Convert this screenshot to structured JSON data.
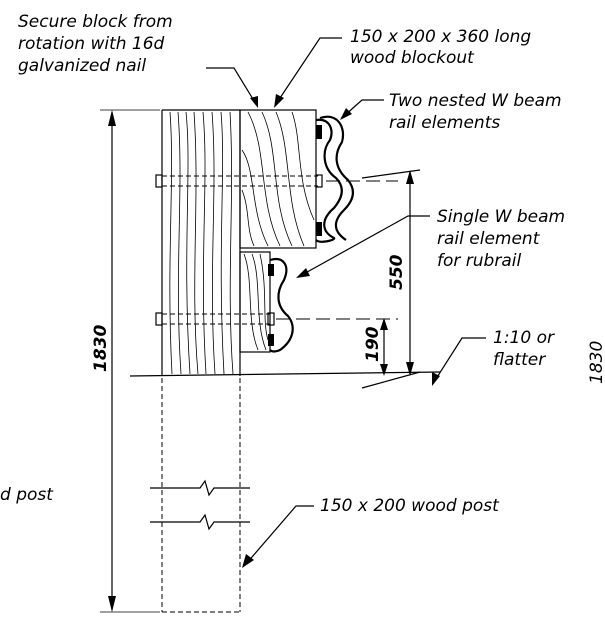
{
  "labels": {
    "secure_block": [
      "Secure block from",
      "rotation with 16d",
      "galvanized nail"
    ],
    "blockout": [
      "150 x 200 x 360 long",
      "wood blockout"
    ],
    "nested_w_beam": [
      "Two nested W beam",
      "rail elements"
    ],
    "single_w_beam": [
      "Single W beam",
      "rail element",
      "for rubrail"
    ],
    "slope": [
      "1:10 or",
      "flatter"
    ],
    "post_right": "150 x 200 wood post",
    "post_left_partial": "d post",
    "edge_partial": "1830"
  },
  "dimensions": {
    "post_height": "1830",
    "rail_height": "550",
    "rubrail_height": "190"
  }
}
